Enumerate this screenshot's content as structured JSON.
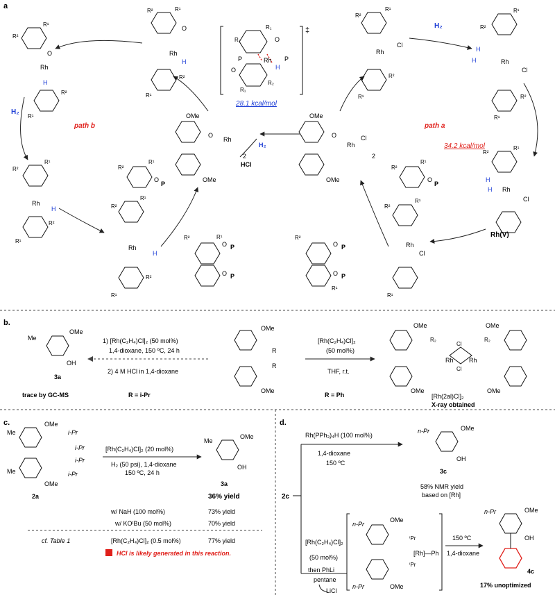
{
  "colors": {
    "red": "#e0201b",
    "blue": "#1f3fd6",
    "black": "#111111"
  },
  "panel_a": {
    "label": "a",
    "path_a": "path a",
    "path_b": "path b",
    "energy_left": "28.1 kcal/mol",
    "energy_right": "34.2 kcal/mol",
    "h2_top": "H₂",
    "h2_left": "H₂",
    "h2_mid": "H₂",
    "hcl": "HCl",
    "dagger": "‡",
    "rhv": "Rh(V)",
    "dimer_count_left": "2",
    "dimer_count_right": "2",
    "ome": "OMe",
    "rh": "Rh",
    "cl": "Cl",
    "p": "P",
    "o": "O",
    "h": "H",
    "r1": "R¹",
    "r2": "R²",
    "r1_ts": "R₁",
    "r2_ts": "R₂"
  },
  "panel_b": {
    "label": "b.",
    "cond1": "1) [Rh(C₂H₄)Cl]₂ (50 mol%)",
    "cond1b": "1,4-dioxane, 150 ºC, 24 h",
    "cond2": "2) 4 M HCl in 1,4-dioxane",
    "product_me": "Me",
    "product_ome": "OMe",
    "product_oh": "OH",
    "product_label": "3a",
    "trace": "trace by GC-MS",
    "r_ipr": "R = i-Pr",
    "cond_rh": "[Rh(C₂H₄)Cl]₂",
    "cond_mol": "(50 mol%)",
    "cond_thf": "THF, r.t.",
    "r_ph": "R = Ph",
    "complex_label": "[Rh(2al)Cl]₂",
    "xray": "X-ray obtained",
    "r2": "R₂",
    "r": "R"
  },
  "panel_c": {
    "label": "c.",
    "reagent": "[Rh(C₂H₄)Cl]₂ (20 mol%)",
    "conditions": "H₂ (50 psi), 1,4-dioxane",
    "temp": "150 ºC, 24 h",
    "sm_label": "2a",
    "product_label": "3a",
    "yield": "36% yield",
    "rows": [
      {
        "cond": "w/ NaH (100 mol%)",
        "yield": "73% yield"
      },
      {
        "cond": "w/ KOᵗBu (50 mol%)",
        "yield": "70% yield"
      },
      {
        "cond": "[Rh(C₂H₄)Cl]₂ (0.5 mol%)",
        "yield": "77% yield"
      }
    ],
    "cf": "cf. Table 1",
    "note": "HCl is likely generated in this reaction.",
    "ipr": "i-Pr",
    "me": "Me",
    "ome": "OMe",
    "oh": "OH"
  },
  "panel_d": {
    "label": "d.",
    "sm": "2c",
    "top_reagent": "Rh(PPh₃)₄H (100 mol%)",
    "top_solvent": "1,4-dioxane",
    "top_temp": "150 ºC",
    "top_product": "3c",
    "top_yield": "58% NMR yield",
    "top_yield2": "based on [Rh]",
    "bottom_reagent": "[Rh(C₂H₄)Cl]₂",
    "bottom_mol": "(50 mol%)",
    "then": "then PhLi",
    "pentane": "pentane",
    "licl": "LiCl",
    "bottom_temp": "150 ºC",
    "bottom_solvent": "1,4-dioxane",
    "product_label": "4c",
    "yield": "17% unoptimized",
    "npr": "n-Pr",
    "ome": "OMe",
    "oh": "OH",
    "rh_ph": "[Rh]—Ph",
    "ipr": "ⁱPr"
  }
}
